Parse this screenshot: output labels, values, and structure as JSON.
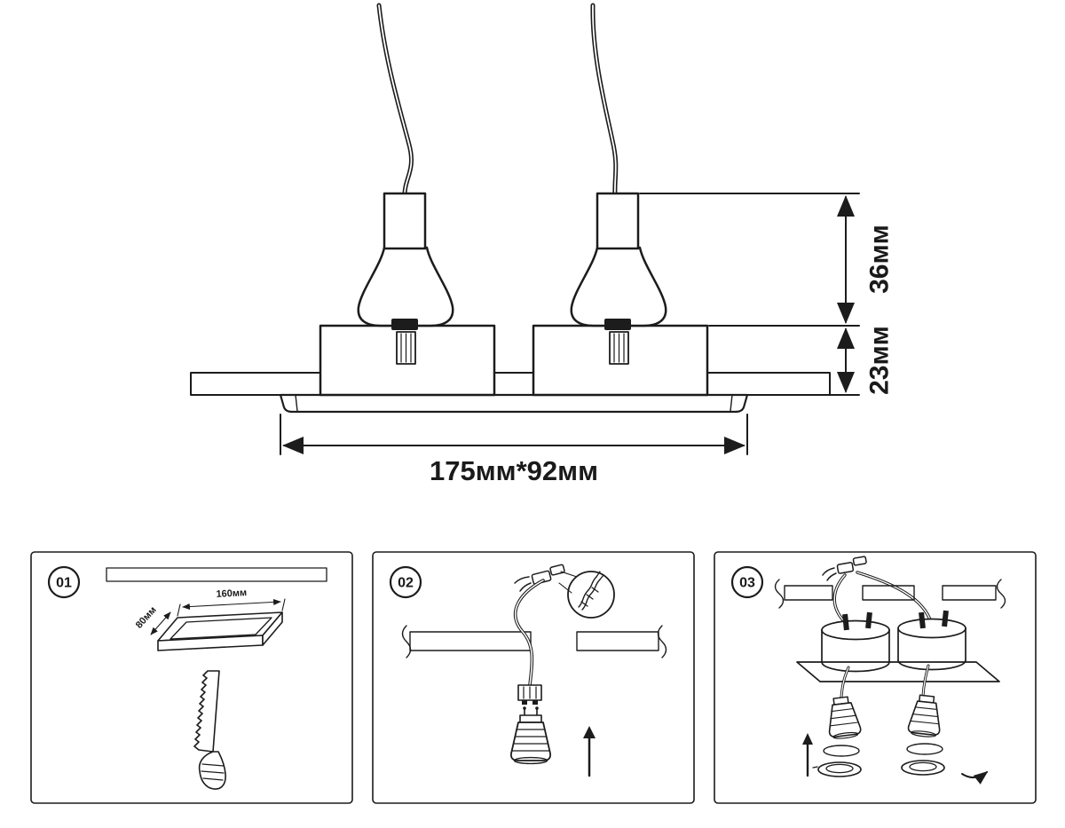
{
  "colors": {
    "line": "#1c1c1c",
    "background": "#ffffff"
  },
  "main_diagram": {
    "illustration": "twin-square-recessed-spotlights-section-view",
    "dimensions": {
      "above_ceiling_height": "36мм",
      "recess_depth": "23мм",
      "overall_size": "175мм*92мм"
    }
  },
  "steps": [
    {
      "number": "01",
      "illustration": "cut-ceiling-opening-with-saw",
      "cutout_length": "160мм",
      "cutout_width": "80мм"
    },
    {
      "number": "02",
      "illustration": "connect-wiring-and-insert-lamp"
    },
    {
      "number": "03",
      "illustration": "mount-housings-fit-lamps-and-trim-rings"
    }
  ]
}
